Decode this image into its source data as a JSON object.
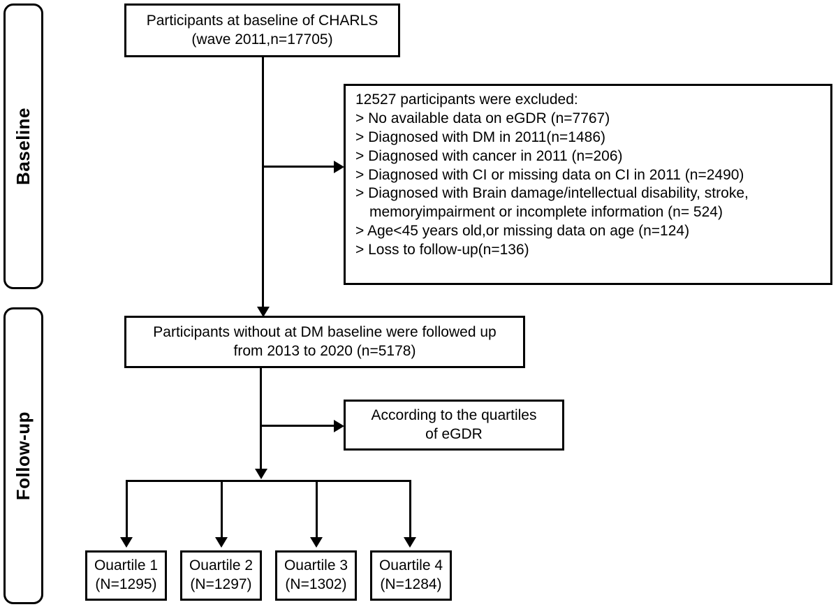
{
  "figure": {
    "type": "study-participant-flowchart",
    "line_color": "#000000",
    "background_color": "#ffffff"
  },
  "phases": [
    {
      "id": "baseline",
      "label": "Baseline"
    },
    {
      "id": "follow-up",
      "label": "Follow-up"
    }
  ],
  "nodes": {
    "source_population": {
      "line1": "Participants at baseline of CHARLS",
      "line2": "(wave 2011,n=17705)"
    },
    "exclusions": {
      "heading": "12527 participants were excluded:",
      "items": [
        "> No available data on eGDR (n=7767)",
        "> Diagnosed with DM in 2011(n=1486)",
        "> Diagnosed with cancer in 2011 (n=206)",
        "> Diagnosed with CI or missing data on CI in 2011 (n=2490)",
        "> Diagnosed with Brain damage/intellectual disability, stroke,",
        "memoryimpairment or incomplete information (n= 524)",
        "> Age<45 years old,or missing data on age (n=124)",
        "> Loss to follow-up(n=136)"
      ]
    },
    "followed_cohort": {
      "line1": "Participants without at DM baseline were followed up",
      "line2": "from 2013 to 2020 (n=5178)"
    },
    "grouping_rule": {
      "line1": "According to the quartiles",
      "line2": "of eGDR"
    }
  },
  "quartiles": [
    {
      "label": "Ouartile 1",
      "count": "(N=1295)"
    },
    {
      "label": "Ouartile 2",
      "count": "(N=1297)"
    },
    {
      "label": "Ouartile 3",
      "count": "(N=1302)"
    },
    {
      "label": "Ouartile 4",
      "count": "(N=1284)"
    }
  ]
}
